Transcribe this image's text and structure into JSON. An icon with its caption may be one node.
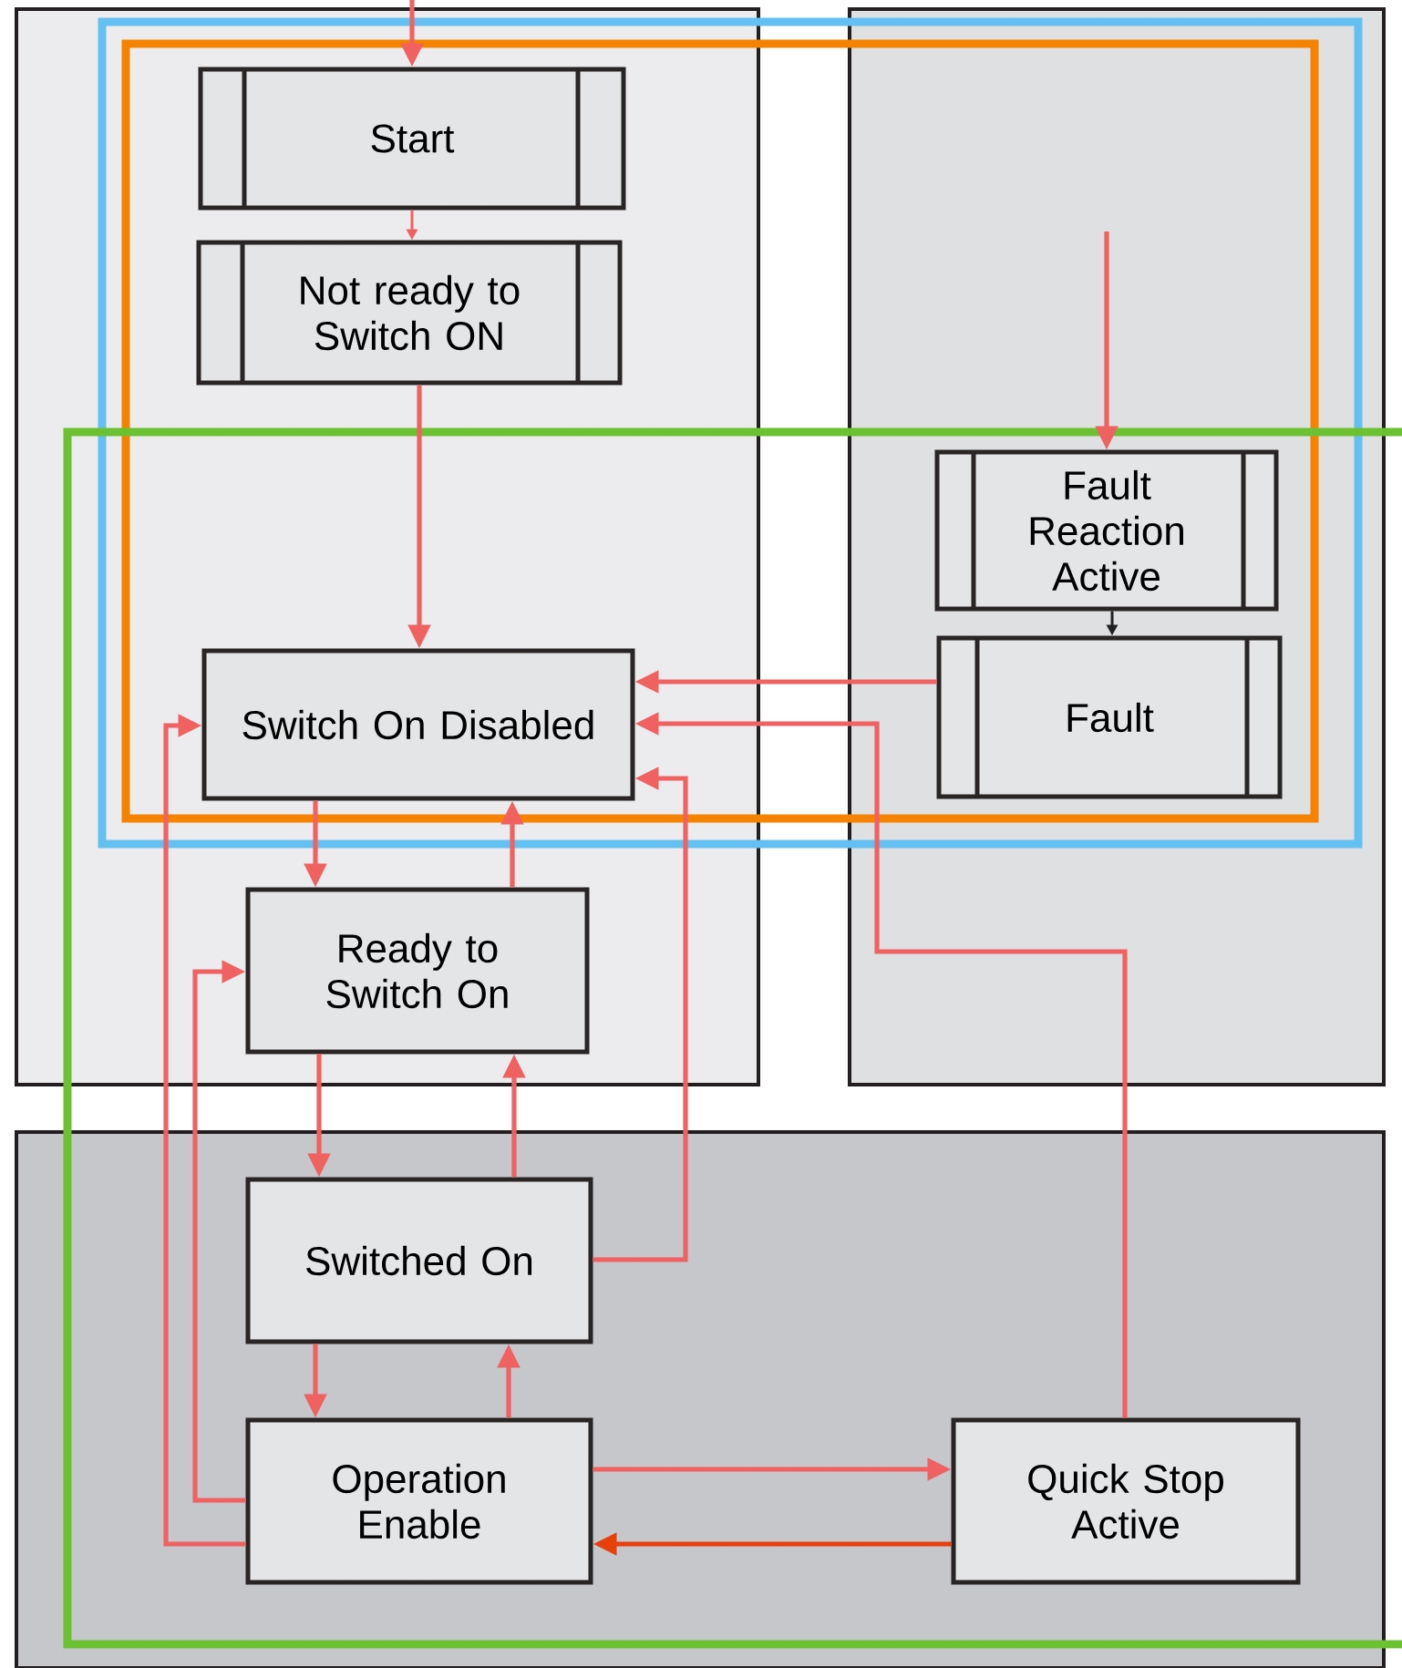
{
  "diagram": {
    "nodes": [
      {
        "text": [
          "Start"
        ]
      },
      {
        "text": [
          "Not ready to Switch ON"
        ]
      },
      {
        "text": [
          "Fault Reaction Active"
        ]
      },
      {
        "text": [
          "Fault"
        ]
      },
      {
        "text": [
          "Switch On Disabled"
        ]
      },
      {
        "text": [
          "Ready to Switch On"
        ]
      },
      {
        "text": [
          "Switched On"
        ]
      },
      {
        "text": [
          "Operation Enable"
        ]
      },
      {
        "text": [
          "Quick Stop Active"
        ]
      }
    ],
    "edges": [
      {
        "from": null,
        "to": 0,
        "arrow": "to"
      },
      {
        "from": 0,
        "to": 1,
        "arrow": "to"
      },
      {
        "from": 1,
        "to": 4,
        "arrow": "to"
      },
      {
        "from": null,
        "to": 2,
        "arrow": "to"
      },
      {
        "from": 2,
        "to": 3,
        "arrow": "to",
        "color": "#222222"
      },
      {
        "from": 3,
        "to": 4,
        "arrow": "to"
      },
      {
        "from": 8,
        "to": 4,
        "arrow": "to"
      },
      {
        "from": 6,
        "to": 4,
        "arrow": "to"
      },
      {
        "from": 7,
        "to": 4,
        "arrow": "to"
      },
      {
        "from": 4,
        "to": 5,
        "arrow": "to"
      },
      {
        "from": 5,
        "to": 4,
        "arrow": "to"
      },
      {
        "from": 5,
        "to": 6,
        "arrow": "to"
      },
      {
        "from": 6,
        "to": 5,
        "arrow": "to"
      },
      {
        "from": 6,
        "to": 7,
        "arrow": "to"
      },
      {
        "from": 7,
        "to": 6,
        "arrow": "to"
      },
      {
        "from": 7,
        "to": 5,
        "arrow": "to"
      },
      {
        "from": 7,
        "to": 8,
        "arrow": "to"
      },
      {
        "from": 8,
        "to": 7,
        "arrow": "to",
        "color": "#e8400c"
      }
    ]
  }
}
